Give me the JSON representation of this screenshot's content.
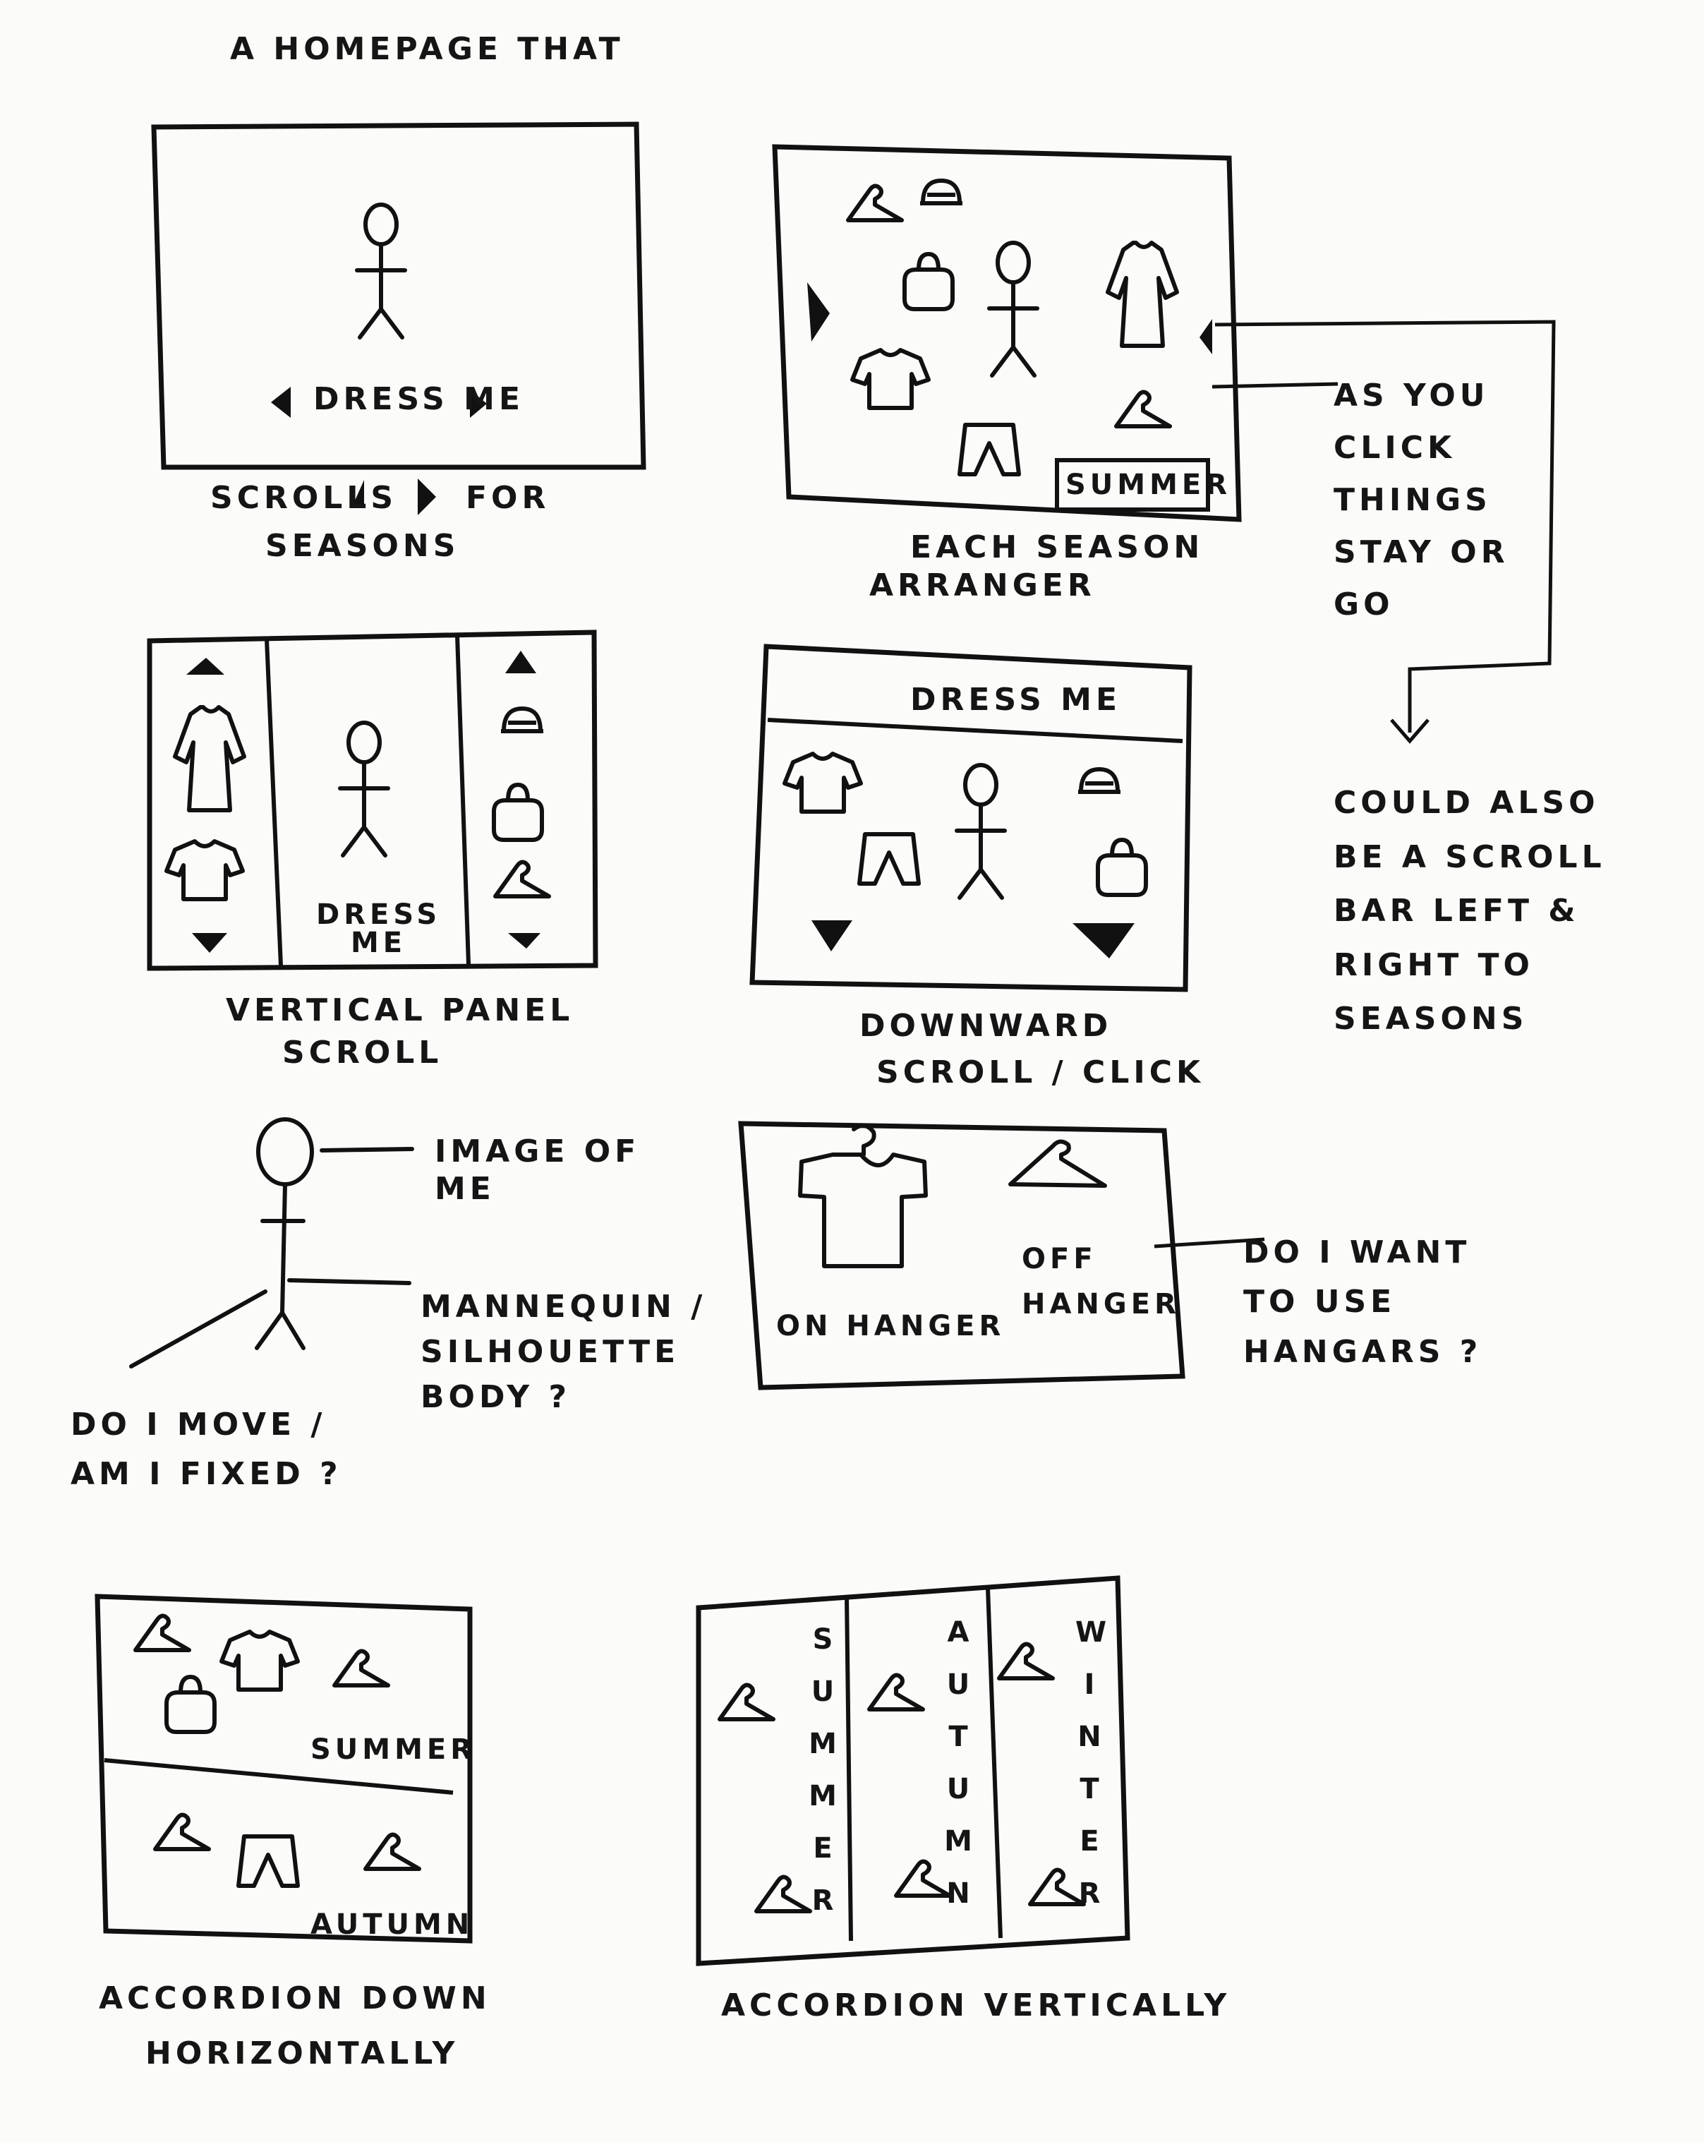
{
  "title": "A HOMEPAGE THAT",
  "sketch1": {
    "button_label": "DRESS ME",
    "caption_line1": "SCROLLS",
    "caption_line2": "FOR",
    "caption_line3": "SEASONS"
  },
  "sketch2": {
    "season_tag": "SUMMER",
    "caption_line1": "EACH SEASON",
    "caption_line2": "ARRANGER",
    "note": "AS YOU\nCLICK\nTHINGS\nSTAY OR\nGO",
    "note2": "COULD ALSO\nBE A SCROLL\nBAR LEFT &\nRIGHT TO\nSEASONS"
  },
  "sketch3": {
    "center_label": "DRESS\nME",
    "caption_line1": "VERTICAL PANEL",
    "caption_line2": "SCROLL"
  },
  "sketch4": {
    "header_label": "DRESS ME",
    "caption_line1": "DOWNWARD",
    "caption_line2": "SCROLL / CLICK"
  },
  "figure": {
    "image_note": "IMAGE OF\nME",
    "body_note": "MANNEQUIN /\nSILHOUETTE\nBODY ?",
    "move_note": "DO I MOVE /\nAM I FIXED ?"
  },
  "hangers": {
    "on_label": "ON HANGER",
    "off_label": "OFF\nHANGER",
    "question": "DO I WANT\nTO USE\nHANGARS ?"
  },
  "accordion_h": {
    "top_label": "SUMMER",
    "bottom_label": "AUTUMN",
    "caption_line1": "ACCORDION DOWN",
    "caption_line2": "HORIZONTALLY"
  },
  "accordion_v": {
    "col1": "SUMMER",
    "col2": "AUTUMN",
    "col3": "WINTER",
    "caption": "ACCORDION VERTICALLY"
  }
}
